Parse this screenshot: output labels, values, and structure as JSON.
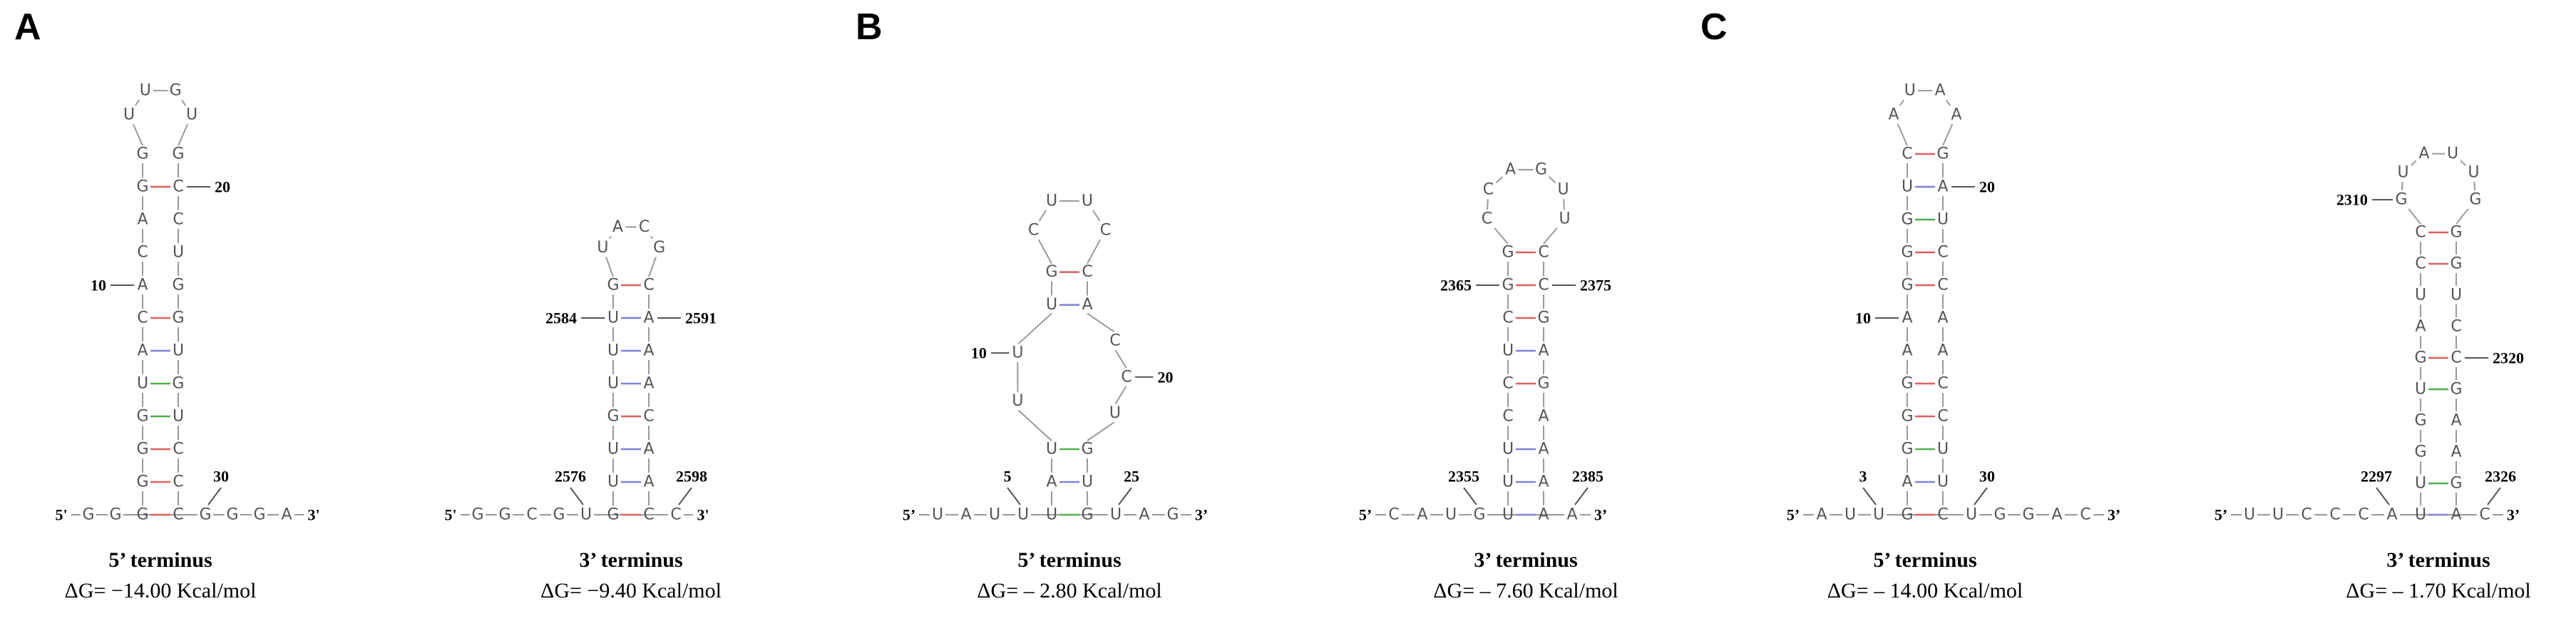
{
  "panels": [
    {
      "letter": "A"
    },
    {
      "letter": "B"
    },
    {
      "letter": "C"
    }
  ],
  "structures": [
    {
      "id": "A1",
      "title": "5’ terminus",
      "energy": "ΔG= −14.00 Kcal/mol",
      "tail_left": "5'",
      "tail_right": "3'",
      "loop": [
        "U",
        "U",
        "G",
        "U"
      ],
      "left": [
        "G",
        "G",
        "A",
        "C",
        "A",
        "C",
        "A",
        "U",
        "G",
        "G",
        "G",
        "G"
      ],
      "right": [
        "G",
        "C",
        "C",
        "U",
        "G",
        "G",
        "U",
        "G",
        "U",
        "C",
        "C",
        "C"
      ],
      "tail5": [
        "G",
        "G"
      ],
      "tail3": [
        "G",
        "G",
        "G",
        "A"
      ],
      "numbers": [
        {
          "label": "20",
          "side": "right",
          "row": 1
        },
        {
          "label": "10",
          "side": "left",
          "row": 4
        },
        {
          "label": "30",
          "side": "tail3",
          "index": 0
        }
      ]
    },
    {
      "id": "A2",
      "title": "3’ terminus",
      "energy": "ΔG= −9.40 Kcal/mol",
      "tail_left": "5'",
      "tail_right": "3'",
      "loop": [
        "U",
        "A",
        "C",
        "G"
      ],
      "left": [
        "G",
        "U",
        "U",
        "U",
        "G",
        "U",
        "U",
        "G"
      ],
      "right": [
        "C",
        "A",
        "A",
        "A",
        "C",
        "A",
        "A",
        "C"
      ],
      "tail5": [
        "G",
        "G",
        "C",
        "G",
        "U"
      ],
      "tail3": [
        "C"
      ],
      "numbers": [
        {
          "label": "2584",
          "side": "left",
          "row": 1
        },
        {
          "label": "2591",
          "side": "right",
          "row": 1
        },
        {
          "label": "2576",
          "side": "tail5",
          "index": 4
        },
        {
          "label": "2598",
          "side": "tail3",
          "index": 0
        }
      ]
    },
    {
      "id": "B1",
      "title": "5’ terminus",
      "energy": "ΔG= – 2.80 Kcal/mol",
      "tail_left": "5’",
      "tail_right": "3’",
      "loop": [
        "C",
        "U",
        "U",
        "C"
      ],
      "left": [
        "G",
        "U"
      ],
      "right": [
        "C",
        "A"
      ],
      "internal_left": [
        "U",
        "U"
      ],
      "internal_right": [
        "U",
        "C",
        "C"
      ],
      "lower_left": [
        "U",
        "A",
        "U"
      ],
      "lower_right": [
        "G",
        "U",
        "G"
      ],
      "tail5": [
        "U",
        "A",
        "U",
        "U"
      ],
      "tail3": [
        "U",
        "A",
        "G"
      ],
      "numbers": [
        {
          "label": "10",
          "side": "internal_left",
          "row": 0
        },
        {
          "label": "20",
          "side": "internal_right",
          "row": 1
        },
        {
          "label": "5",
          "side": "tail5",
          "index": 3
        },
        {
          "label": "25",
          "side": "tail3",
          "index": 0
        }
      ]
    },
    {
      "id": "B2",
      "title": "3’ terminus",
      "energy": "ΔG= – 7.60 Kcal/mol",
      "tail_left": "5’",
      "tail_right": "3’",
      "loop": [
        "C",
        "C",
        "A",
        "G",
        "U",
        "U"
      ],
      "left": [
        "G",
        "G",
        "C",
        "U",
        "C",
        "C",
        "U",
        "U",
        "U"
      ],
      "right": [
        "C",
        "C",
        "G",
        "A",
        "G",
        "A",
        "A",
        "A",
        "A"
      ],
      "tail5": [
        "C",
        "A",
        "U",
        "G"
      ],
      "tail3": [
        "A"
      ],
      "numbers": [
        {
          "label": "2365",
          "side": "left",
          "row": 1
        },
        {
          "label": "2375",
          "side": "right",
          "row": 1
        },
        {
          "label": "2355",
          "side": "tail5",
          "index": 3
        },
        {
          "label": "2385",
          "side": "tail3",
          "index": 0
        }
      ]
    },
    {
      "id": "C1",
      "title": "5’ terminus",
      "energy": "ΔG= – 14.00 Kcal/mol",
      "tail_left": "5’",
      "tail_right": "3’",
      "loop": [
        "A",
        "U",
        "A",
        "A"
      ],
      "left": [
        "C",
        "U",
        "G",
        "G",
        "G",
        "A",
        "A",
        "G",
        "G",
        "G",
        "A",
        "G"
      ],
      "right": [
        "G",
        "A",
        "U",
        "C",
        "C",
        "A",
        "A",
        "C",
        "C",
        "U",
        "U",
        "C"
      ],
      "tail5": [
        "A",
        "U",
        "U"
      ],
      "tail3": [
        "U",
        "G",
        "G",
        "A",
        "C"
      ],
      "numbers": [
        {
          "label": "20",
          "side": "right",
          "row": 1
        },
        {
          "label": "10",
          "side": "left",
          "row": 5
        },
        {
          "label": "3",
          "side": "tail5",
          "index": 2
        },
        {
          "label": "30",
          "side": "tail3",
          "index": 0
        }
      ]
    },
    {
      "id": "C2",
      "title": "3’ terminus",
      "energy": "ΔG= – 1.70 Kcal/mol",
      "tail_left": "5’",
      "tail_right": "3’",
      "loop": [
        "G",
        "U",
        "A",
        "U",
        "U",
        "G"
      ],
      "left": [
        "C",
        "C",
        "U",
        "A",
        "G",
        "U",
        "G",
        "G",
        "U",
        "U"
      ],
      "right": [
        "G",
        "G",
        "U",
        "C",
        "C",
        "G",
        "A",
        "A",
        "G",
        "A"
      ],
      "tail5": [
        "U",
        "U",
        "C",
        "C",
        "C",
        "A"
      ],
      "tail3": [
        "C"
      ],
      "numbers": [
        {
          "label": "2310",
          "side": "loop",
          "index": 0
        },
        {
          "label": "2320",
          "side": "right",
          "row": 4
        },
        {
          "label": "2297",
          "side": "tail5",
          "index": 5
        },
        {
          "label": "2326",
          "side": "tail3",
          "index": 0
        }
      ]
    }
  ]
}
